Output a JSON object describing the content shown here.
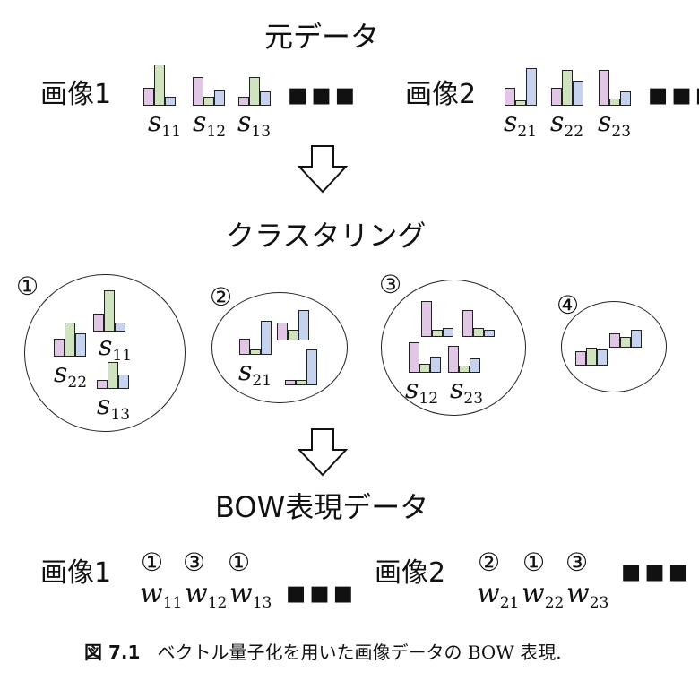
{
  "titles": {
    "original": "元データ",
    "clustering": "クラスタリング",
    "bow": "BOW表現データ"
  },
  "row1": {
    "image1_label": "画像1",
    "image2_label": "画像2",
    "ellipsis": "▪▪▪",
    "s11": {
      "base": "s",
      "sub": "11"
    },
    "s12": {
      "base": "s",
      "sub": "12"
    },
    "s13": {
      "base": "s",
      "sub": "13"
    },
    "s21": {
      "base": "s",
      "sub": "21"
    },
    "s22": {
      "base": "s",
      "sub": "22"
    },
    "s23": {
      "base": "s",
      "sub": "23"
    }
  },
  "clusters": {
    "c1": {
      "num": "①",
      "labels": {
        "a": {
          "base": "s",
          "sub": "22"
        },
        "b": {
          "base": "s",
          "sub": "11"
        },
        "c": {
          "base": "s",
          "sub": "13"
        }
      }
    },
    "c2": {
      "num": "②",
      "labels": {
        "a": {
          "base": "s",
          "sub": "21"
        }
      }
    },
    "c3": {
      "num": "③",
      "labels": {
        "a": {
          "base": "s",
          "sub": "12"
        },
        "b": {
          "base": "s",
          "sub": "23"
        }
      }
    },
    "c4": {
      "num": "④"
    }
  },
  "row3": {
    "image1_label": "画像1",
    "image2_label": "画像2",
    "ellipsis": "▪▪▪",
    "img1_nums": [
      "①",
      "③",
      "①"
    ],
    "img2_nums": [
      "②",
      "①",
      "③"
    ],
    "w11": {
      "base": "w",
      "sub": "11"
    },
    "w12": {
      "base": "w",
      "sub": "12"
    },
    "w13": {
      "base": "w",
      "sub": "13"
    },
    "w21": {
      "base": "w",
      "sub": "21"
    },
    "w22": {
      "base": "w",
      "sub": "22"
    },
    "w23": {
      "base": "w",
      "sub": "23"
    }
  },
  "caption": {
    "label": "図 7.1",
    "text": "ベクトル量子化を用いた画像データの BOW 表現."
  },
  "colors": {
    "pink": "#e2c6e6",
    "green": "#cfe3bf",
    "blue": "#c5d3ef",
    "outline": "#222222"
  }
}
